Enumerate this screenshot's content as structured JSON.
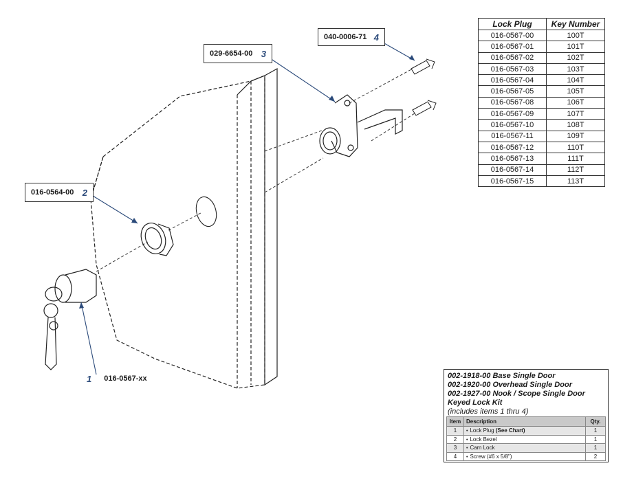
{
  "callouts": [
    {
      "part": "040-0006-71",
      "item": "4"
    },
    {
      "part": "029-6654-00",
      "item": "3"
    },
    {
      "part": "016-0564-00",
      "item": "2"
    },
    {
      "part": "016-0567-xx",
      "item": "1"
    }
  ],
  "key_table": {
    "headers": [
      "Lock Plug",
      "Key Number"
    ],
    "rows": [
      [
        "016-0567-00",
        "100T"
      ],
      [
        "016-0567-01",
        "101T"
      ],
      [
        "016-0567-02",
        "102T"
      ],
      [
        "016-0567-03",
        "103T"
      ],
      [
        "016-0567-04",
        "104T"
      ],
      [
        "016-0567-05",
        "105T"
      ],
      [
        "016-0567-08",
        "106T"
      ],
      [
        "016-0567-09",
        "107T"
      ],
      [
        "016-0567-10",
        "108T"
      ],
      [
        "016-0567-11",
        "109T"
      ],
      [
        "016-0567-12",
        "110T"
      ],
      [
        "016-0567-13",
        "111T"
      ],
      [
        "016-0567-14",
        "112T"
      ],
      [
        "016-0567-15",
        "113T"
      ]
    ]
  },
  "kit": {
    "lines": [
      "002-1918-00 Base Single Door",
      "002-1920-00 Overhead Single Door",
      "002-1927-00 Nook / Scope Single Door",
      "Keyed Lock Kit"
    ],
    "note": "(includes items 1 thru 4)",
    "headers": {
      "item": "Item",
      "description": "Description",
      "qty": "Qty."
    },
    "rows": [
      {
        "item": "1",
        "description": "Lock Plug",
        "extra": "(See Chart)",
        "qty": "1"
      },
      {
        "item": "2",
        "description": "Lock Bezel",
        "extra": "",
        "qty": "1"
      },
      {
        "item": "3",
        "description": "Cam Lock",
        "extra": "",
        "qty": "1"
      },
      {
        "item": "4",
        "description": "Screw",
        "extra": "(#6 x 5/8\")",
        "qty": "2"
      }
    ]
  }
}
